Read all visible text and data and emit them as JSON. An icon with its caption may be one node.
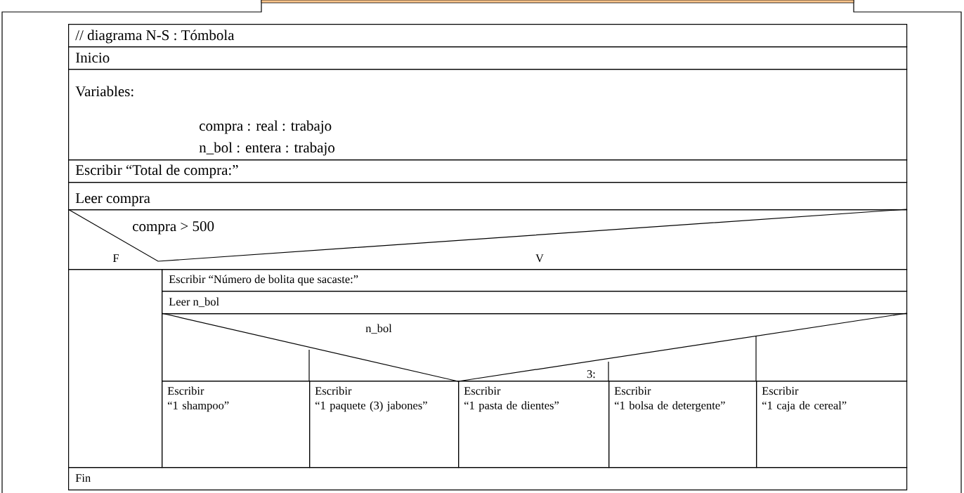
{
  "diagram": {
    "nodes": [
      {
        "text": [
          "// diagrama N-S : Tómbola"
        ]
      },
      {
        "text": [
          "Inicio"
        ]
      },
      {
        "text": [
          "Variables:",
          "compra : real : trabajo",
          "n_bol : entera : trabajo"
        ]
      },
      {
        "text": [
          "Escribir “Total de compra:”"
        ]
      },
      {
        "text": [
          "Leer compra"
        ]
      },
      {
        "text": [
          "compra > 500"
        ]
      },
      {
        "text": [],
        "shape": "box"
      },
      {
        "text": [
          "Escribir “Número de bolita que sacaste:”"
        ]
      },
      {
        "text": [
          "Leer n_bol"
        ]
      },
      {
        "text": [
          "n_bol"
        ]
      },
      {
        "text": [
          "Escribir",
          "“1 shampoo”"
        ]
      },
      {
        "text": [
          "Escribir",
          "“1 paquete (3) jabones”"
        ]
      },
      {
        "text": [
          "Escribir",
          "“1 pasta de dientes”"
        ]
      },
      {
        "text": [
          "Escribir",
          "“1 bolsa de detergente”"
        ]
      },
      {
        "text": [
          "Escribir",
          "“1 caja de cereal”"
        ]
      },
      {
        "text": [
          "Fin"
        ]
      }
    ],
    "edges": [],
    "labels": [
      "F",
      "V",
      "3:"
    ]
  }
}
